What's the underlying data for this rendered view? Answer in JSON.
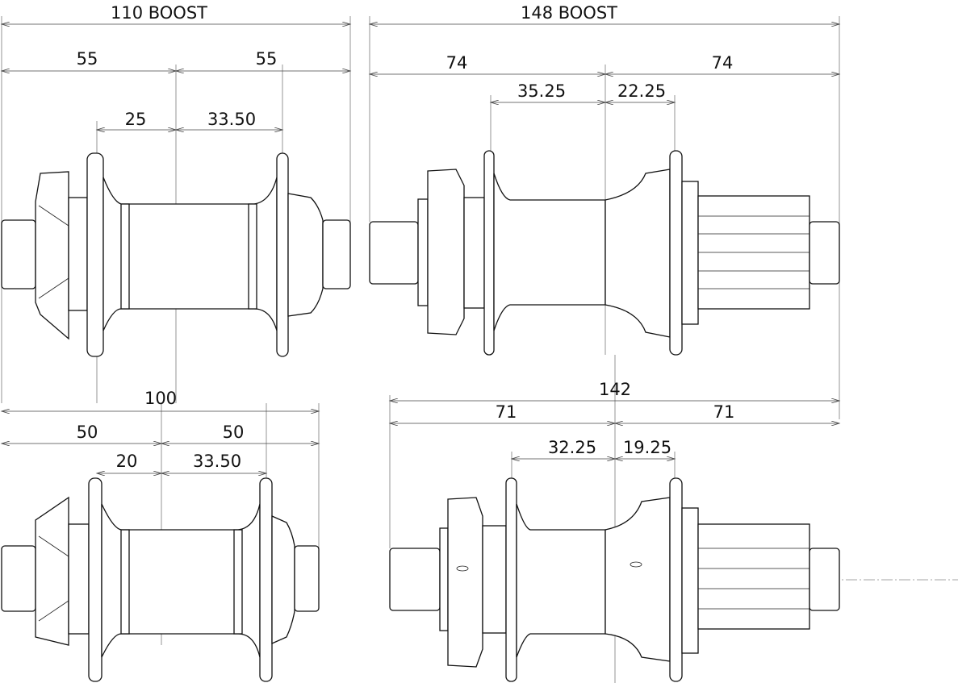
{
  "drawings": {
    "front_110": {
      "title": "110 BOOST",
      "left_half": "55",
      "right_half": "55",
      "left_flange": "25",
      "right_flange": "33.50"
    },
    "rear_148": {
      "title": "148 BOOST",
      "left_half": "74",
      "right_half": "74",
      "left_flange": "35.25",
      "right_flange": "22.25"
    },
    "front_100": {
      "overall": "100",
      "left_half": "50",
      "right_half": "50",
      "left_flange": "20",
      "right_flange": "33.50"
    },
    "rear_142": {
      "overall": "142",
      "left_half": "71",
      "right_half": "71",
      "left_flange": "32.25",
      "right_flange": "19.25"
    }
  },
  "colors": {
    "line": "#111111",
    "dimension": "#444444"
  }
}
